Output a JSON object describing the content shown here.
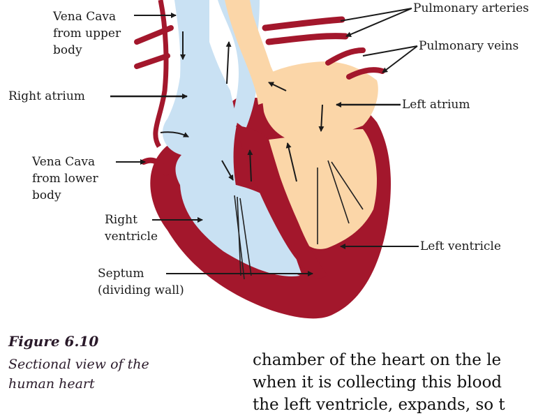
{
  "labels": {
    "vena_cava_upper": [
      "Vena Cava",
      "from upper",
      "body"
    ],
    "right_atrium": "Right atrium",
    "vena_cava_lower": [
      "Vena Cava",
      "from lower",
      "body"
    ],
    "right_ventricle": [
      "Right",
      "ventricle"
    ],
    "septum": [
      "Septum",
      "(dividing wall)"
    ],
    "pulmonary_arteries": "Pulmonary arteries",
    "pulmonary_veins": "Pulmonary veins",
    "left_atrium": "Left atrium",
    "left_ventricle": "Left ventricle"
  },
  "figure": {
    "number": "Figure 6.10",
    "caption": [
      "Sectional view of the",
      "human heart"
    ]
  },
  "body_text": [
    "chamber of the heart on the le",
    "when it is collecting this blood",
    "the left ventricle, expands, so t"
  ],
  "colors": {
    "wall": "#a3172c",
    "right_side": "#c9e1f3",
    "left_side": "#fbd6a8",
    "arrow": "#1a1a1a"
  }
}
